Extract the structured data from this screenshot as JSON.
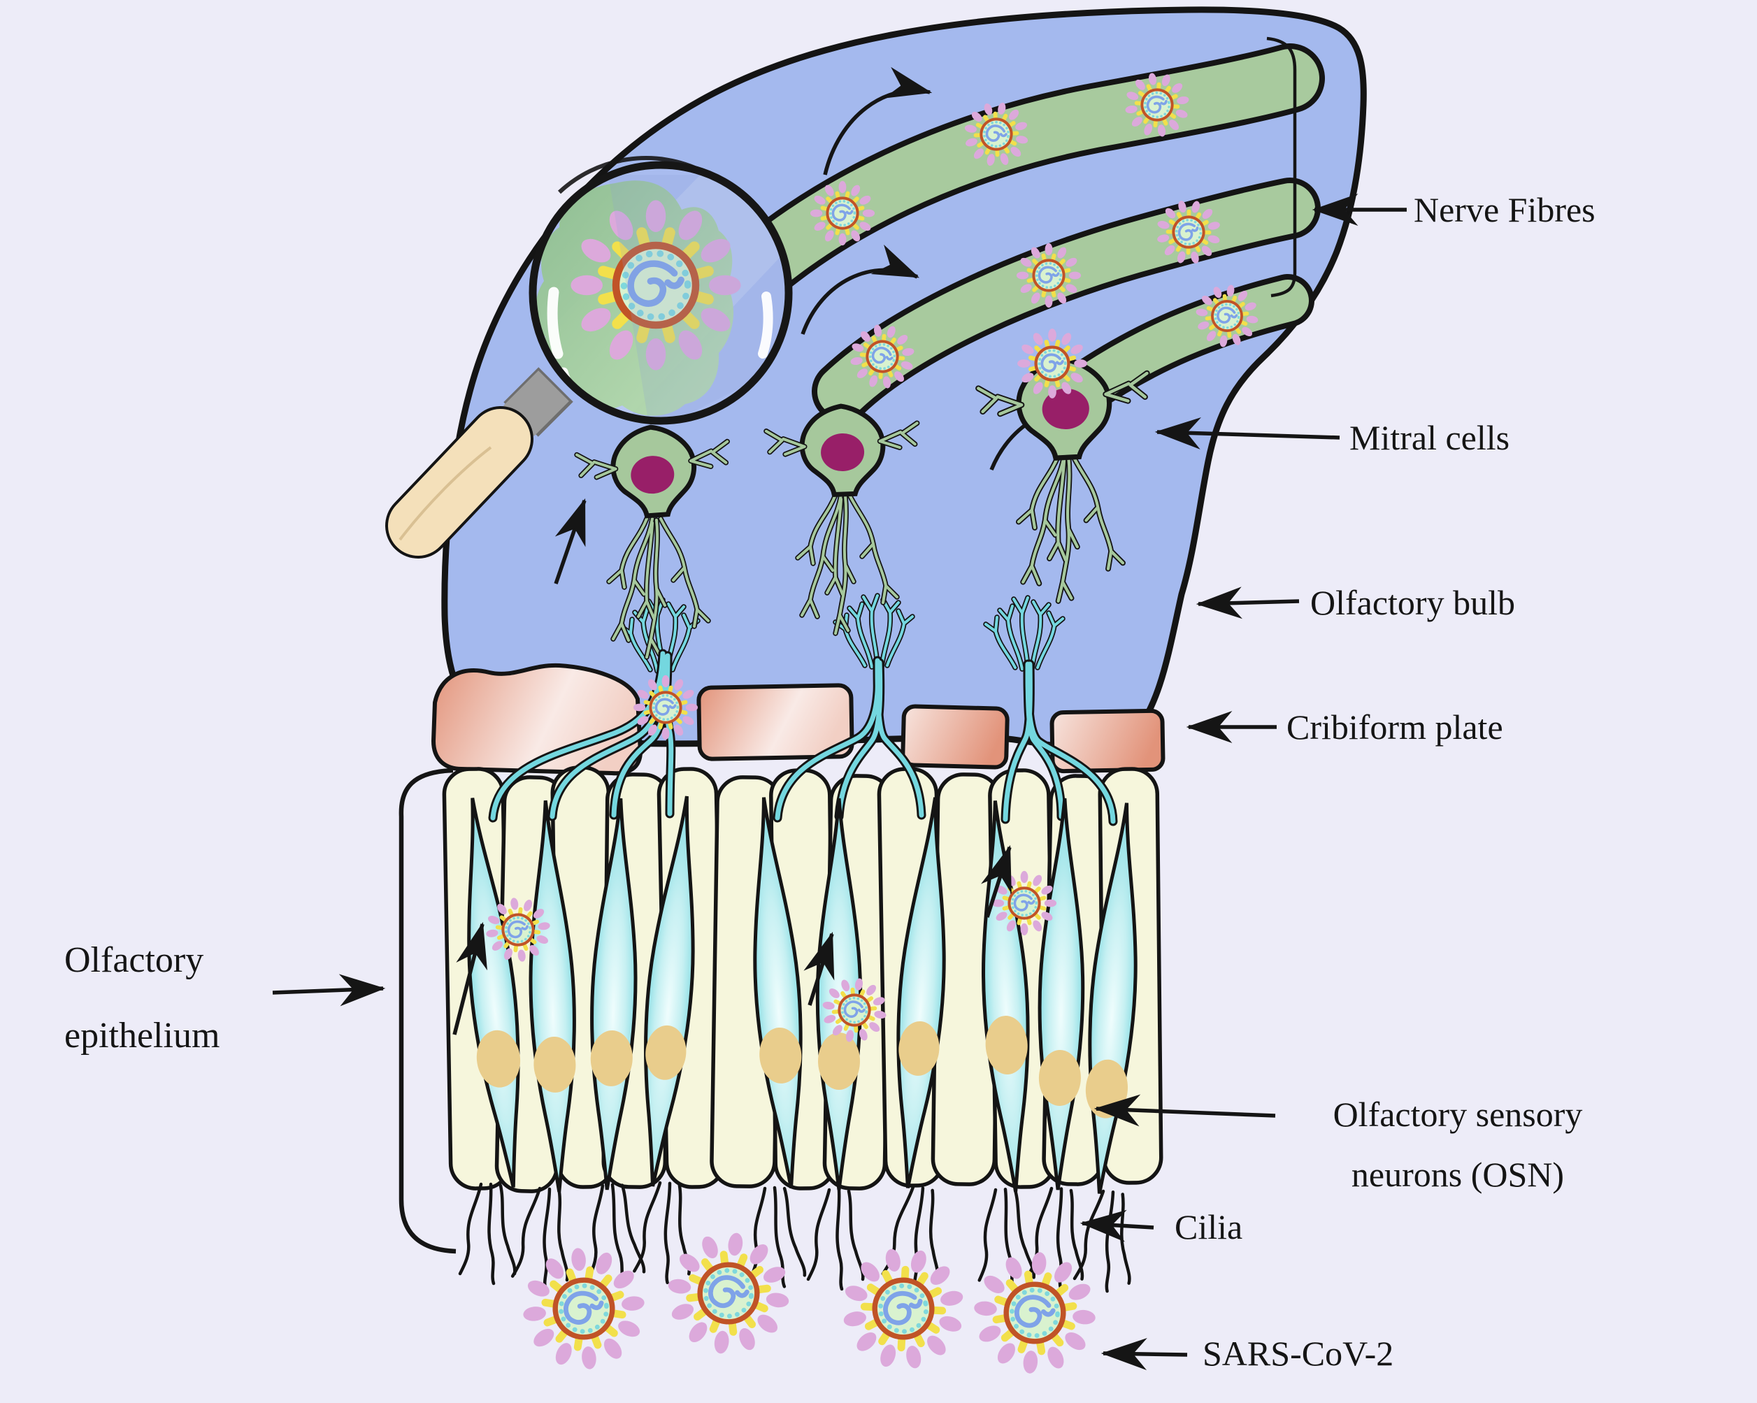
{
  "figure": {
    "type": "biomedical-diagram",
    "subject": "SARS-CoV-2 entry route through the olfactory epithelium and olfactory bulb"
  },
  "labels": {
    "nerve_fibres": "Nerve Fibres",
    "mitral_cells": "Mitral cells",
    "olfactory_bulb": "Olfactory bulb",
    "cribiform_plate": "Cribiform plate",
    "olfactory_epithelium_line1": "Olfactory",
    "olfactory_epithelium_line2": "epithelium",
    "osn_line1": "Olfactory sensory",
    "osn_line2": "neurons (OSN)",
    "cilia": "Cilia",
    "sars_cov_2": "SARS-CoV-2"
  },
  "colors": {
    "background": "#EDECF8",
    "olfactory_bulb": "#A4B9EE",
    "nerve_fibre_green": "#A8CA9E",
    "mitral_cell_green": "#A6C89C",
    "mitral_nucleus": "#981F68",
    "osn_teal": "#74D7DF",
    "osn_nucleus_gold": "#E9CD8C",
    "epithelium_cell": "#F6F6DC",
    "cribiform_salmon": "#E59B80",
    "virus_core": "#D9F2CF",
    "virus_membrane": "#C05327",
    "virus_spike_yellow": "#F2E04B",
    "virus_petal_pink": "#DCA9DB",
    "virus_rna_blue": "#7FA3E8",
    "outline": "#141414"
  }
}
